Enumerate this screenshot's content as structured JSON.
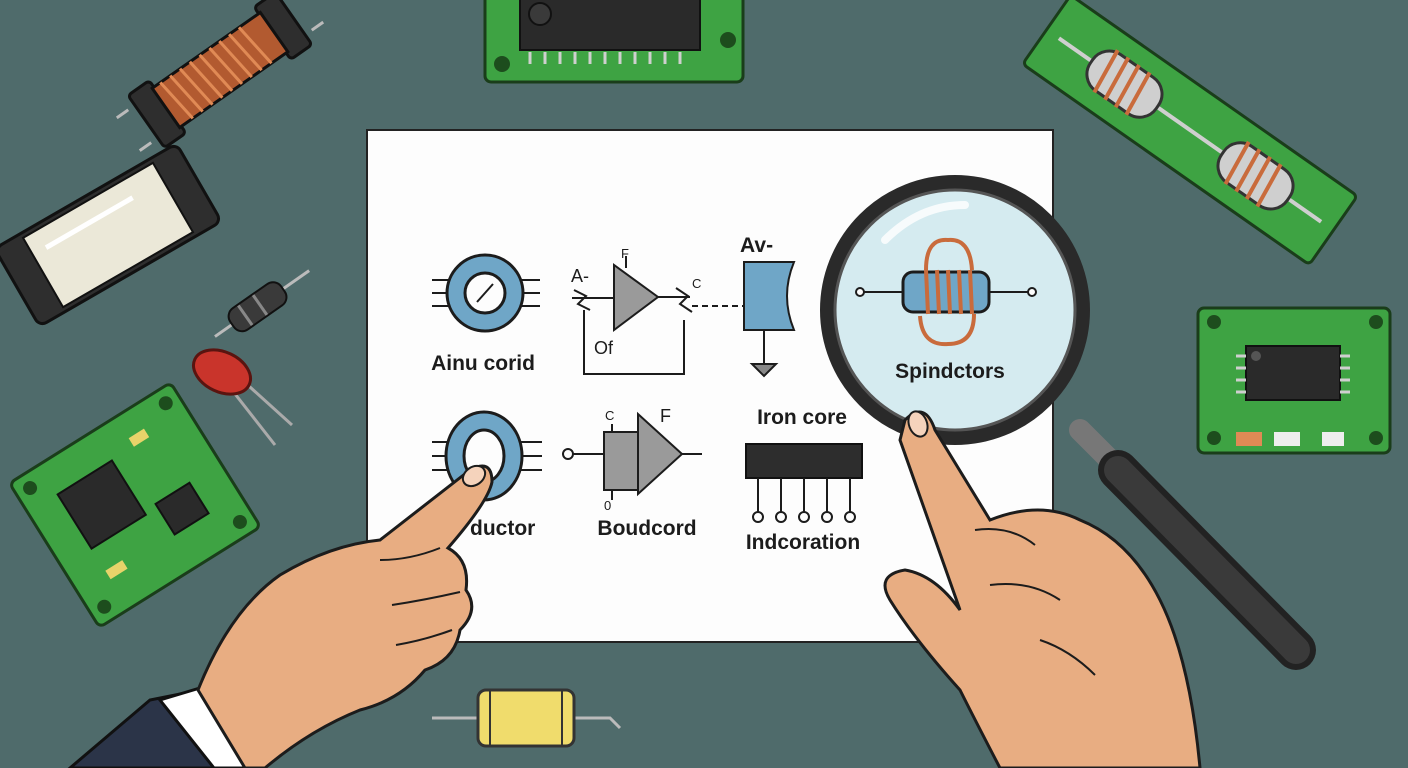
{
  "colors": {
    "table": "#4f6b6b",
    "paper": "#fdfdfd",
    "pcb": "#3ea343",
    "skin": "#e8ad82",
    "copper": "#c96b3c",
    "symbol_blue": "#6fa6c7",
    "ink": "#1c1c1c"
  },
  "sheet": {
    "labels": {
      "toroid": "Ainu corid",
      "inductor": "ductor",
      "buffer": "Boudcord",
      "iron_core": "Iron core",
      "chip": "Indcoration",
      "magnified": "Spindctors"
    },
    "pins": {
      "a_minus": "A-",
      "f_top": "F",
      "c_top": "C",
      "av_minus": "Av-",
      "of": "Of",
      "c_lower": "C",
      "f_lower": "F",
      "zero": "0"
    }
  },
  "icons": [
    "magnifying-glass-icon",
    "pointing-hand-icon",
    "inductor-coil-icon",
    "capacitor-icon",
    "circuit-board-icon"
  ]
}
